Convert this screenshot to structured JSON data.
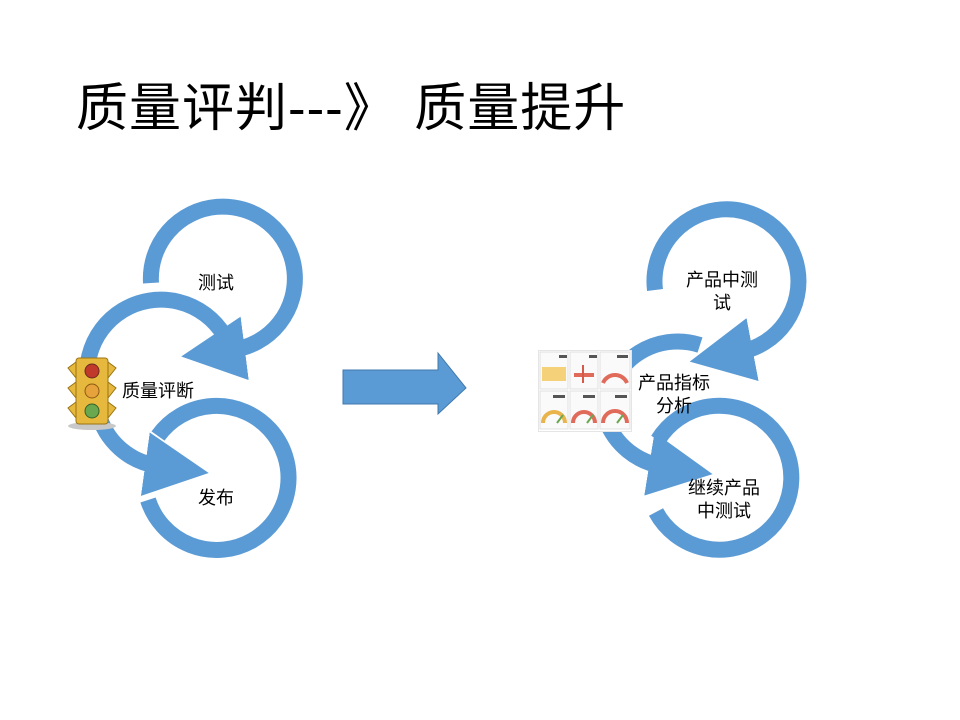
{
  "slide": {
    "title": "质量评判---》  质量提升"
  },
  "left_cycle": {
    "top_label": "测试",
    "center_label": "质量评断",
    "bottom_label": "发布",
    "center_icon": "traffic-light-icon"
  },
  "right_cycle": {
    "top_label_line1": "产品中测",
    "top_label_line2": "试",
    "center_label_line1": "产品指标",
    "center_label_line2": "分析",
    "bottom_label_line1": "继续产品",
    "bottom_label_line2": "中测试",
    "center_icon": "dashboard-icon"
  },
  "colors": {
    "ring": "#5b9bd5",
    "arrow": "#5b9bd5"
  }
}
